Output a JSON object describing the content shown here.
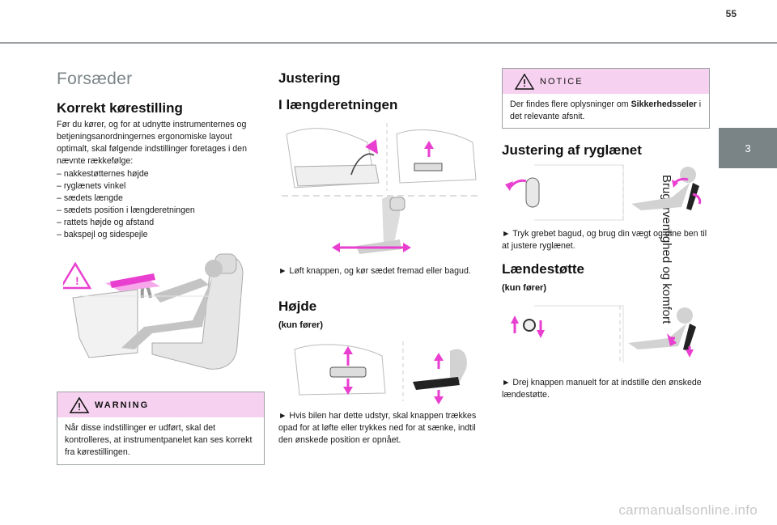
{
  "page_number": "55",
  "side_tab": {
    "number": "3",
    "label": "Brugervenlighed og komfort"
  },
  "col1": {
    "title": "Forsæder",
    "heading": "Korrekt kørestilling",
    "intro": "Før du kører, og for at udnytte instrumenternes og betjeningsanordningernes ergonomiske layout optimalt, skal følgende indstillinger foretages i den nævnte rækkefølge:",
    "items": [
      "nakkestøtternes højde",
      "ryglænets vinkel",
      "sædets længde",
      "sædets position i længderetningen",
      "rattets højde og afstand",
      "bakspejl og sidespejle"
    ],
    "warning": {
      "label": "WARNING",
      "text": "Når disse indstillinger er udført, skal det kontrolleres, at instrumentpanelet kan ses korrekt fra kørestillingen."
    }
  },
  "col2": {
    "heading": "Justering",
    "sub1": "I længderetningen",
    "text1": "► Løft knappen, og kør sædet fremad eller bagud.",
    "sub2": "Højde",
    "sub2_note": "(kun fører)",
    "text2": "► Hvis bilen har dette udstyr, skal knappen trækkes opad for at løfte eller trykkes ned for at sænke, indtil den ønskede position er opnået."
  },
  "col3": {
    "notice": {
      "label": "NOTICE",
      "text_prefix": "Der findes flere oplysninger om ",
      "text_bold": "Sikkerhedsseler",
      "text_suffix": " i det relevante afsnit."
    },
    "sub1": "Justering af ryglænet",
    "text1": "► Tryk grebet bagud, og brug din vægt og dine ben til at justere ryglænet.",
    "sub2": "Lændestøtte",
    "sub2_note": "(kun fører)",
    "text2": "► Drej knappen manuelt for at indstille den ønskede lændestøtte."
  },
  "watermark": "carmanualsonline.info",
  "colors": {
    "accent_pink": "#e93fd0",
    "box_fill": "#f7d2f0",
    "grey_text": "#7b8588",
    "tab_grey": "#7a8487"
  },
  "icons": [
    "warning-triangle-icon",
    "seat-lever-illustration",
    "seat-height-illustration",
    "backrest-illustration",
    "lumbar-illustration",
    "driving-position-illustration"
  ]
}
